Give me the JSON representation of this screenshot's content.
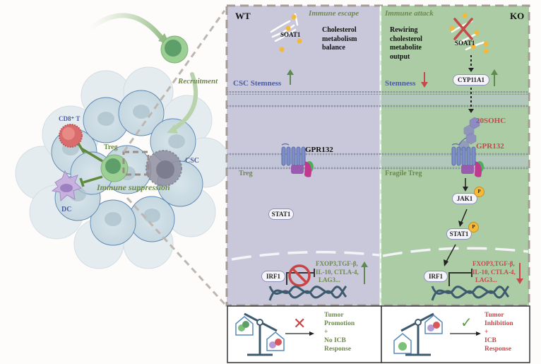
{
  "colors": {
    "wt_panel_bg": "#c9c9d9",
    "ko_panel_bg": "#a9cba2",
    "green_text": "#6d8a4a",
    "red_text": "#c4484c",
    "navy_text": "#4c5a9c",
    "up_arrow": "#5f8a4e",
    "down_arrow": "#c4484c"
  },
  "overview": {
    "recruitment_label": "Recruitment",
    "cd8_label": "CD8⁺ T",
    "treg_label": "Treg",
    "csc_label": "CSC",
    "dc_label": "DC",
    "suppression_label": "Immune suppression"
  },
  "wt_panel": {
    "title": "WT",
    "state_label": "Immune escape",
    "soat1_label": "SOAT1",
    "cholesterol_text": [
      "Cholesterol",
      "metabolism",
      "balance"
    ],
    "stemness_label": "CSC Stemness",
    "stemness_direction": "up",
    "gpr132_label": "GPR132",
    "treg_label": "Treg",
    "stat1_label": "STAT1",
    "irf1_label": "IRF1",
    "genes_text": [
      "FXOP3,TGF-β,",
      "IL-10, CTLA-4,",
      "LAG3..."
    ],
    "genes_direction": "up",
    "outcome_text": [
      "Tumor",
      "Promotion",
      "+",
      "No ICB",
      "Response"
    ],
    "outcome_symbol": "✕"
  },
  "ko_panel": {
    "title": "KO",
    "state_label": "Immune attack",
    "rewiring_text": [
      "Rewiring",
      "cholesterol",
      "metabolite",
      "output"
    ],
    "soat1_label": "SOAT1",
    "cyp_label": "CYP11A1",
    "cyp_direction": "up",
    "stemness_label": "Stemness",
    "stemness_direction": "down",
    "metabolite_label": "20SOHC",
    "gpr132_label": "GPR132",
    "treg_label": "Fragile Treg",
    "jak1_label": "JAK1",
    "stat1_label": "STAT1",
    "phospho_label": "P",
    "irf1_label": "IRF1",
    "genes_text": [
      "FXOP3,TGF-β,",
      "IL-10, CTLA-4,",
      "LAG3..."
    ],
    "genes_direction": "down",
    "outcome_text": [
      "Tumor",
      "Inhibition",
      "+",
      "ICB",
      "Response"
    ],
    "outcome_symbol": "✓"
  }
}
